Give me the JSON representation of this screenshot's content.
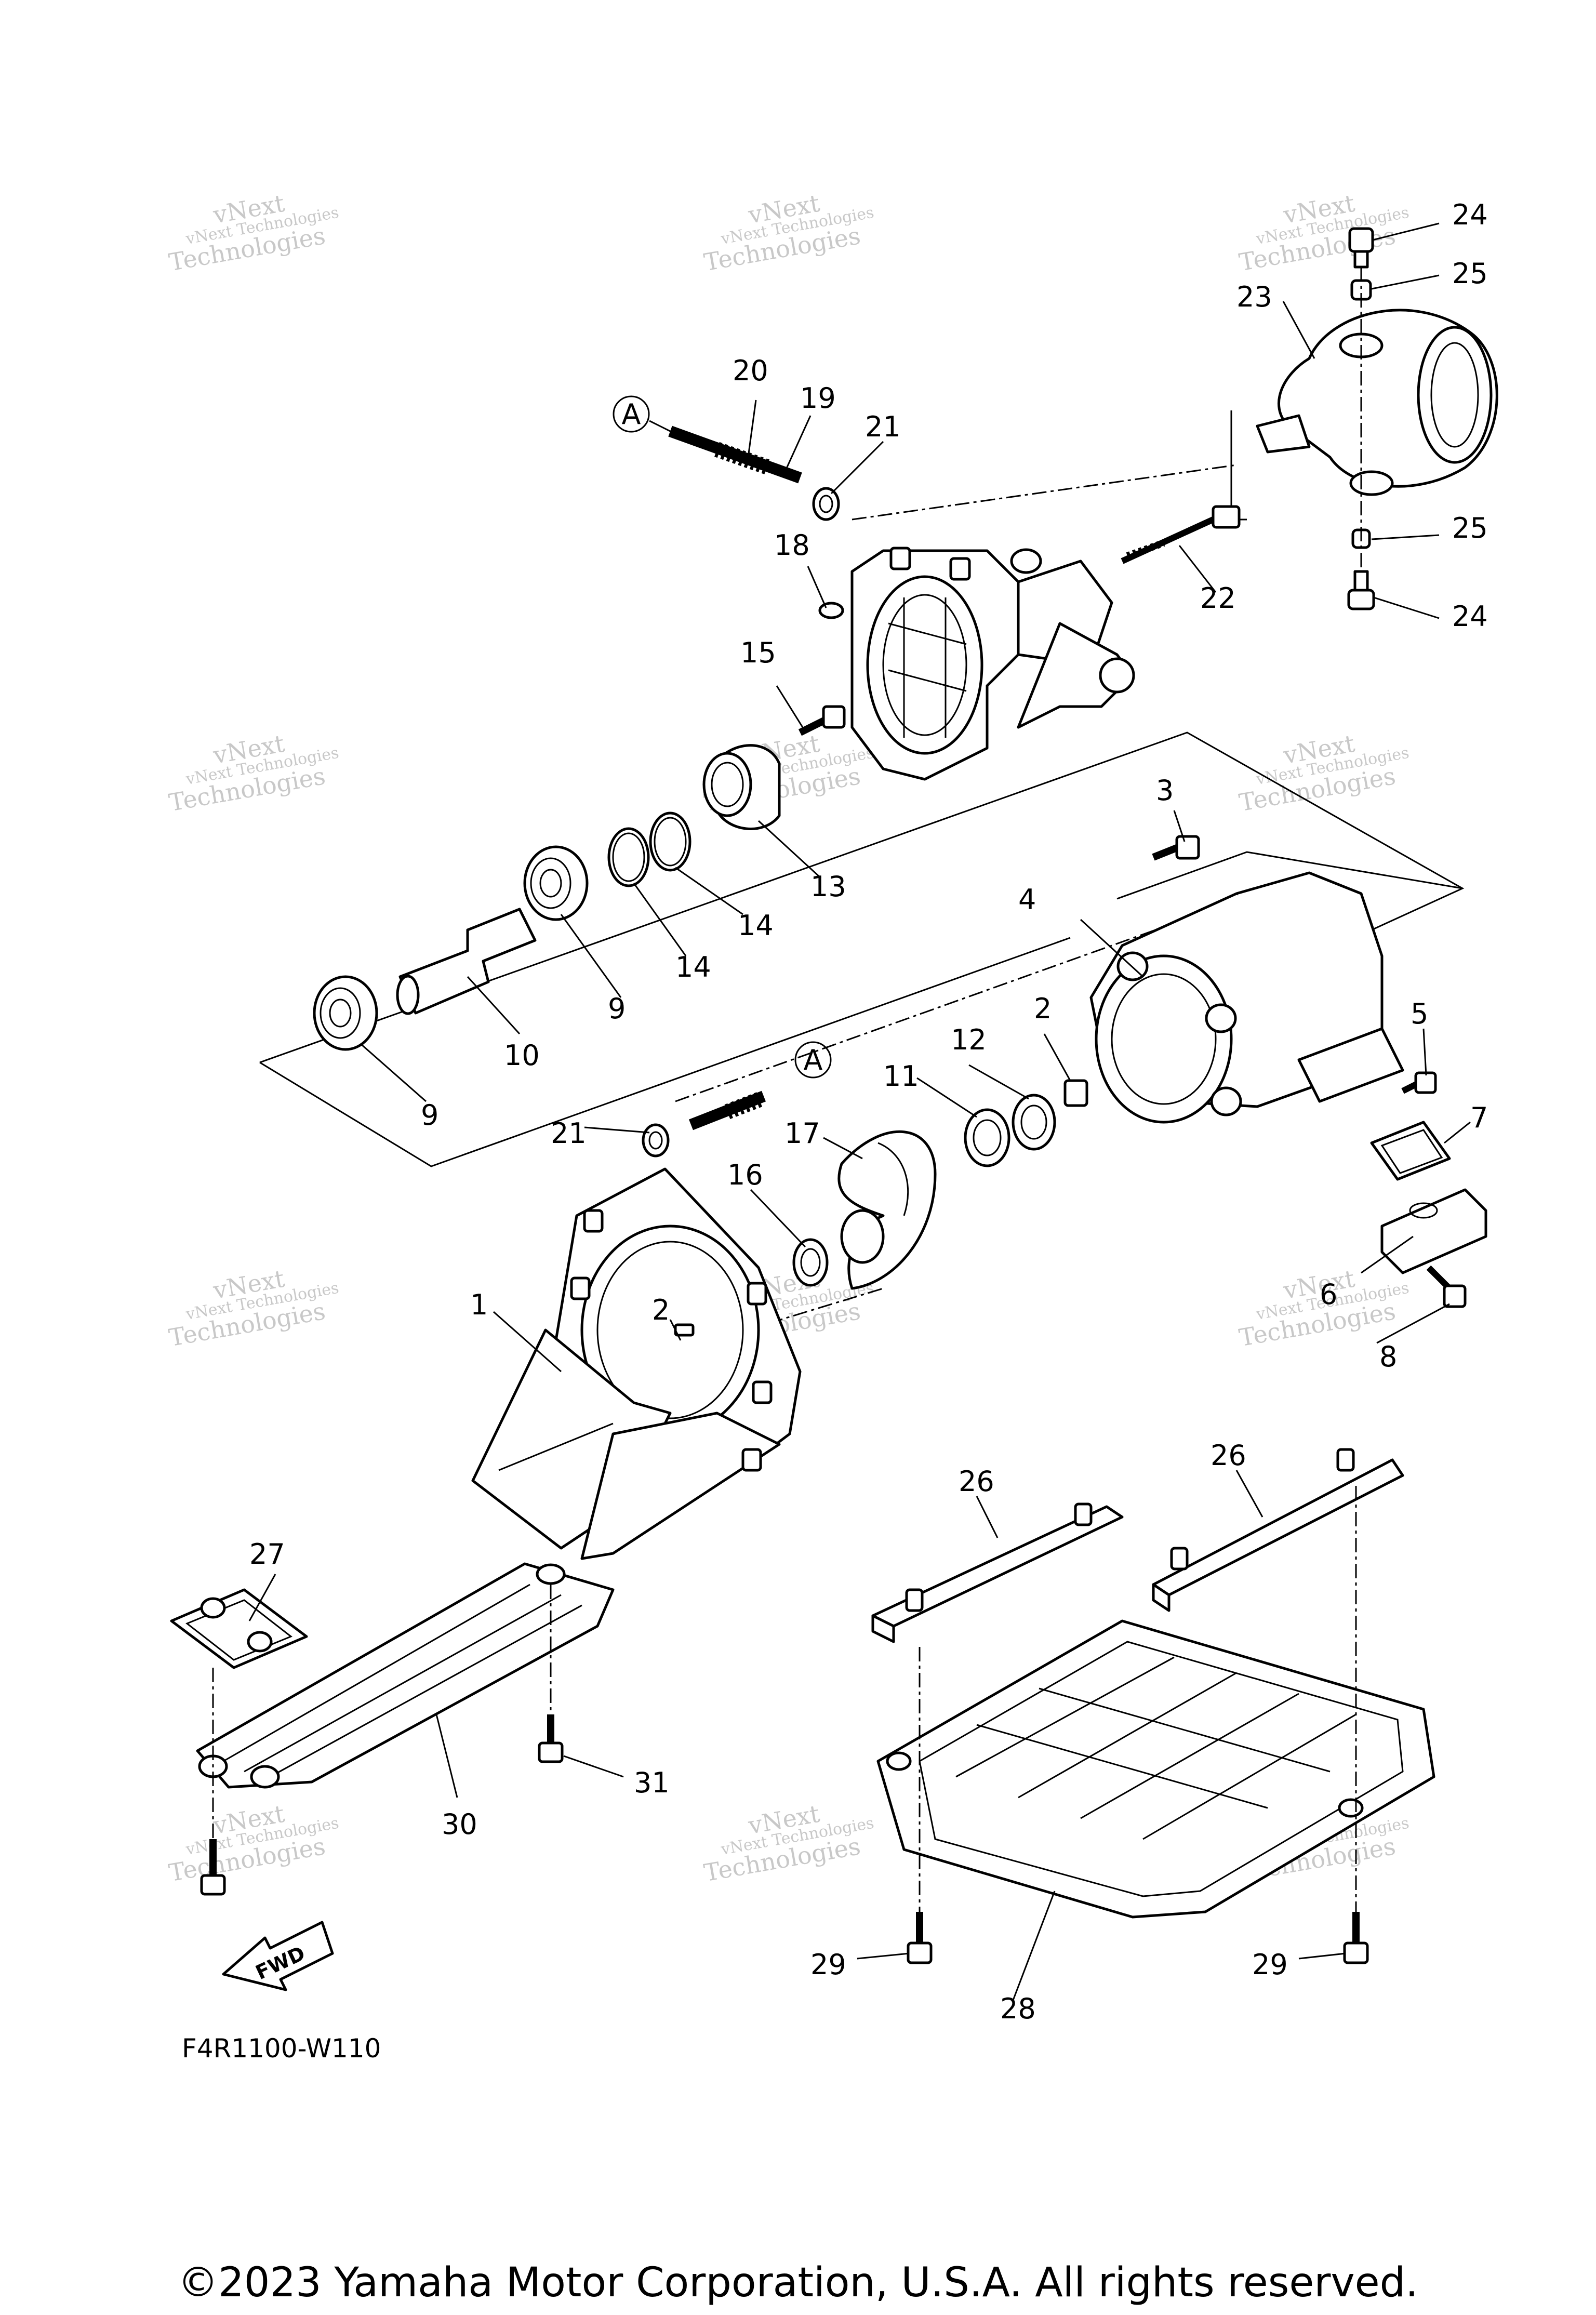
{
  "diagram_code": "F4R1100-W110",
  "copyright": "©2023 Yamaha Motor Corporation, U.S.A. All rights reserved.",
  "watermark": {
    "line1": "vNext Technologies",
    "line2": "vNext",
    "line3": "Technologies"
  },
  "ref_marker": "A",
  "fwd_label": "FWD",
  "callouts": {
    "c1": "1",
    "c2a": "2",
    "c2b": "2",
    "c3": "3",
    "c4": "4",
    "c5": "5",
    "c6": "6",
    "c7": "7",
    "c8": "8",
    "c9a": "9",
    "c9b": "9",
    "c10": "10",
    "c11": "11",
    "c12": "12",
    "c13": "13",
    "c14a": "14",
    "c14b": "14",
    "c15": "15",
    "c16": "16",
    "c17": "17",
    "c18": "18",
    "c19": "19",
    "c20": "20",
    "c21a": "21",
    "c21b": "21",
    "c22": "22",
    "c23": "23",
    "c24a": "24",
    "c24b": "24",
    "c25a": "25",
    "c25b": "25",
    "c26a": "26",
    "c26b": "26",
    "c27": "27",
    "c28": "28",
    "c29a": "29",
    "c29b": "29",
    "c30": "30",
    "c31": "31"
  }
}
